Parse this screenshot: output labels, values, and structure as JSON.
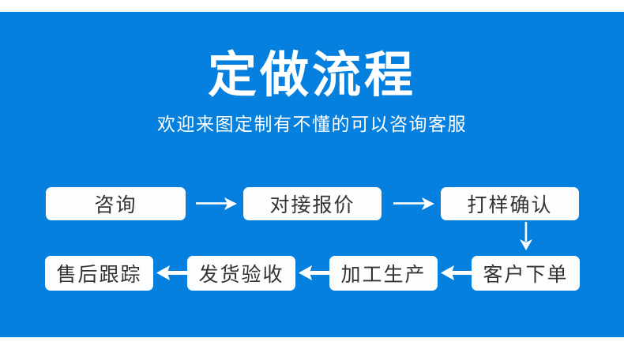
{
  "banner": {
    "background_color": "#0580DF",
    "box_color": "#fdfdfd",
    "box_text_color": "#333333",
    "arrow_color": "#ffffff",
    "title": "定做流程",
    "subtitle": "欢迎来图定制有不懂的可以咨询客服"
  },
  "flow": {
    "row1": [
      {
        "label": "咨询"
      },
      {
        "label": "对接报价"
      },
      {
        "label": "打样确认"
      }
    ],
    "row2": [
      {
        "label": "售后跟踪"
      },
      {
        "label": "发货验收"
      },
      {
        "label": "加工生产"
      },
      {
        "label": "客户下单"
      }
    ],
    "connectors": {
      "row1_arrow_1": "arrow-right-icon",
      "row1_arrow_2": "arrow-right-icon",
      "row_link_arrow": "arrow-down-icon",
      "row2_arrow_1": "arrow-left-icon",
      "row2_arrow_2": "arrow-left-icon",
      "row2_arrow_3": "arrow-left-icon"
    }
  }
}
